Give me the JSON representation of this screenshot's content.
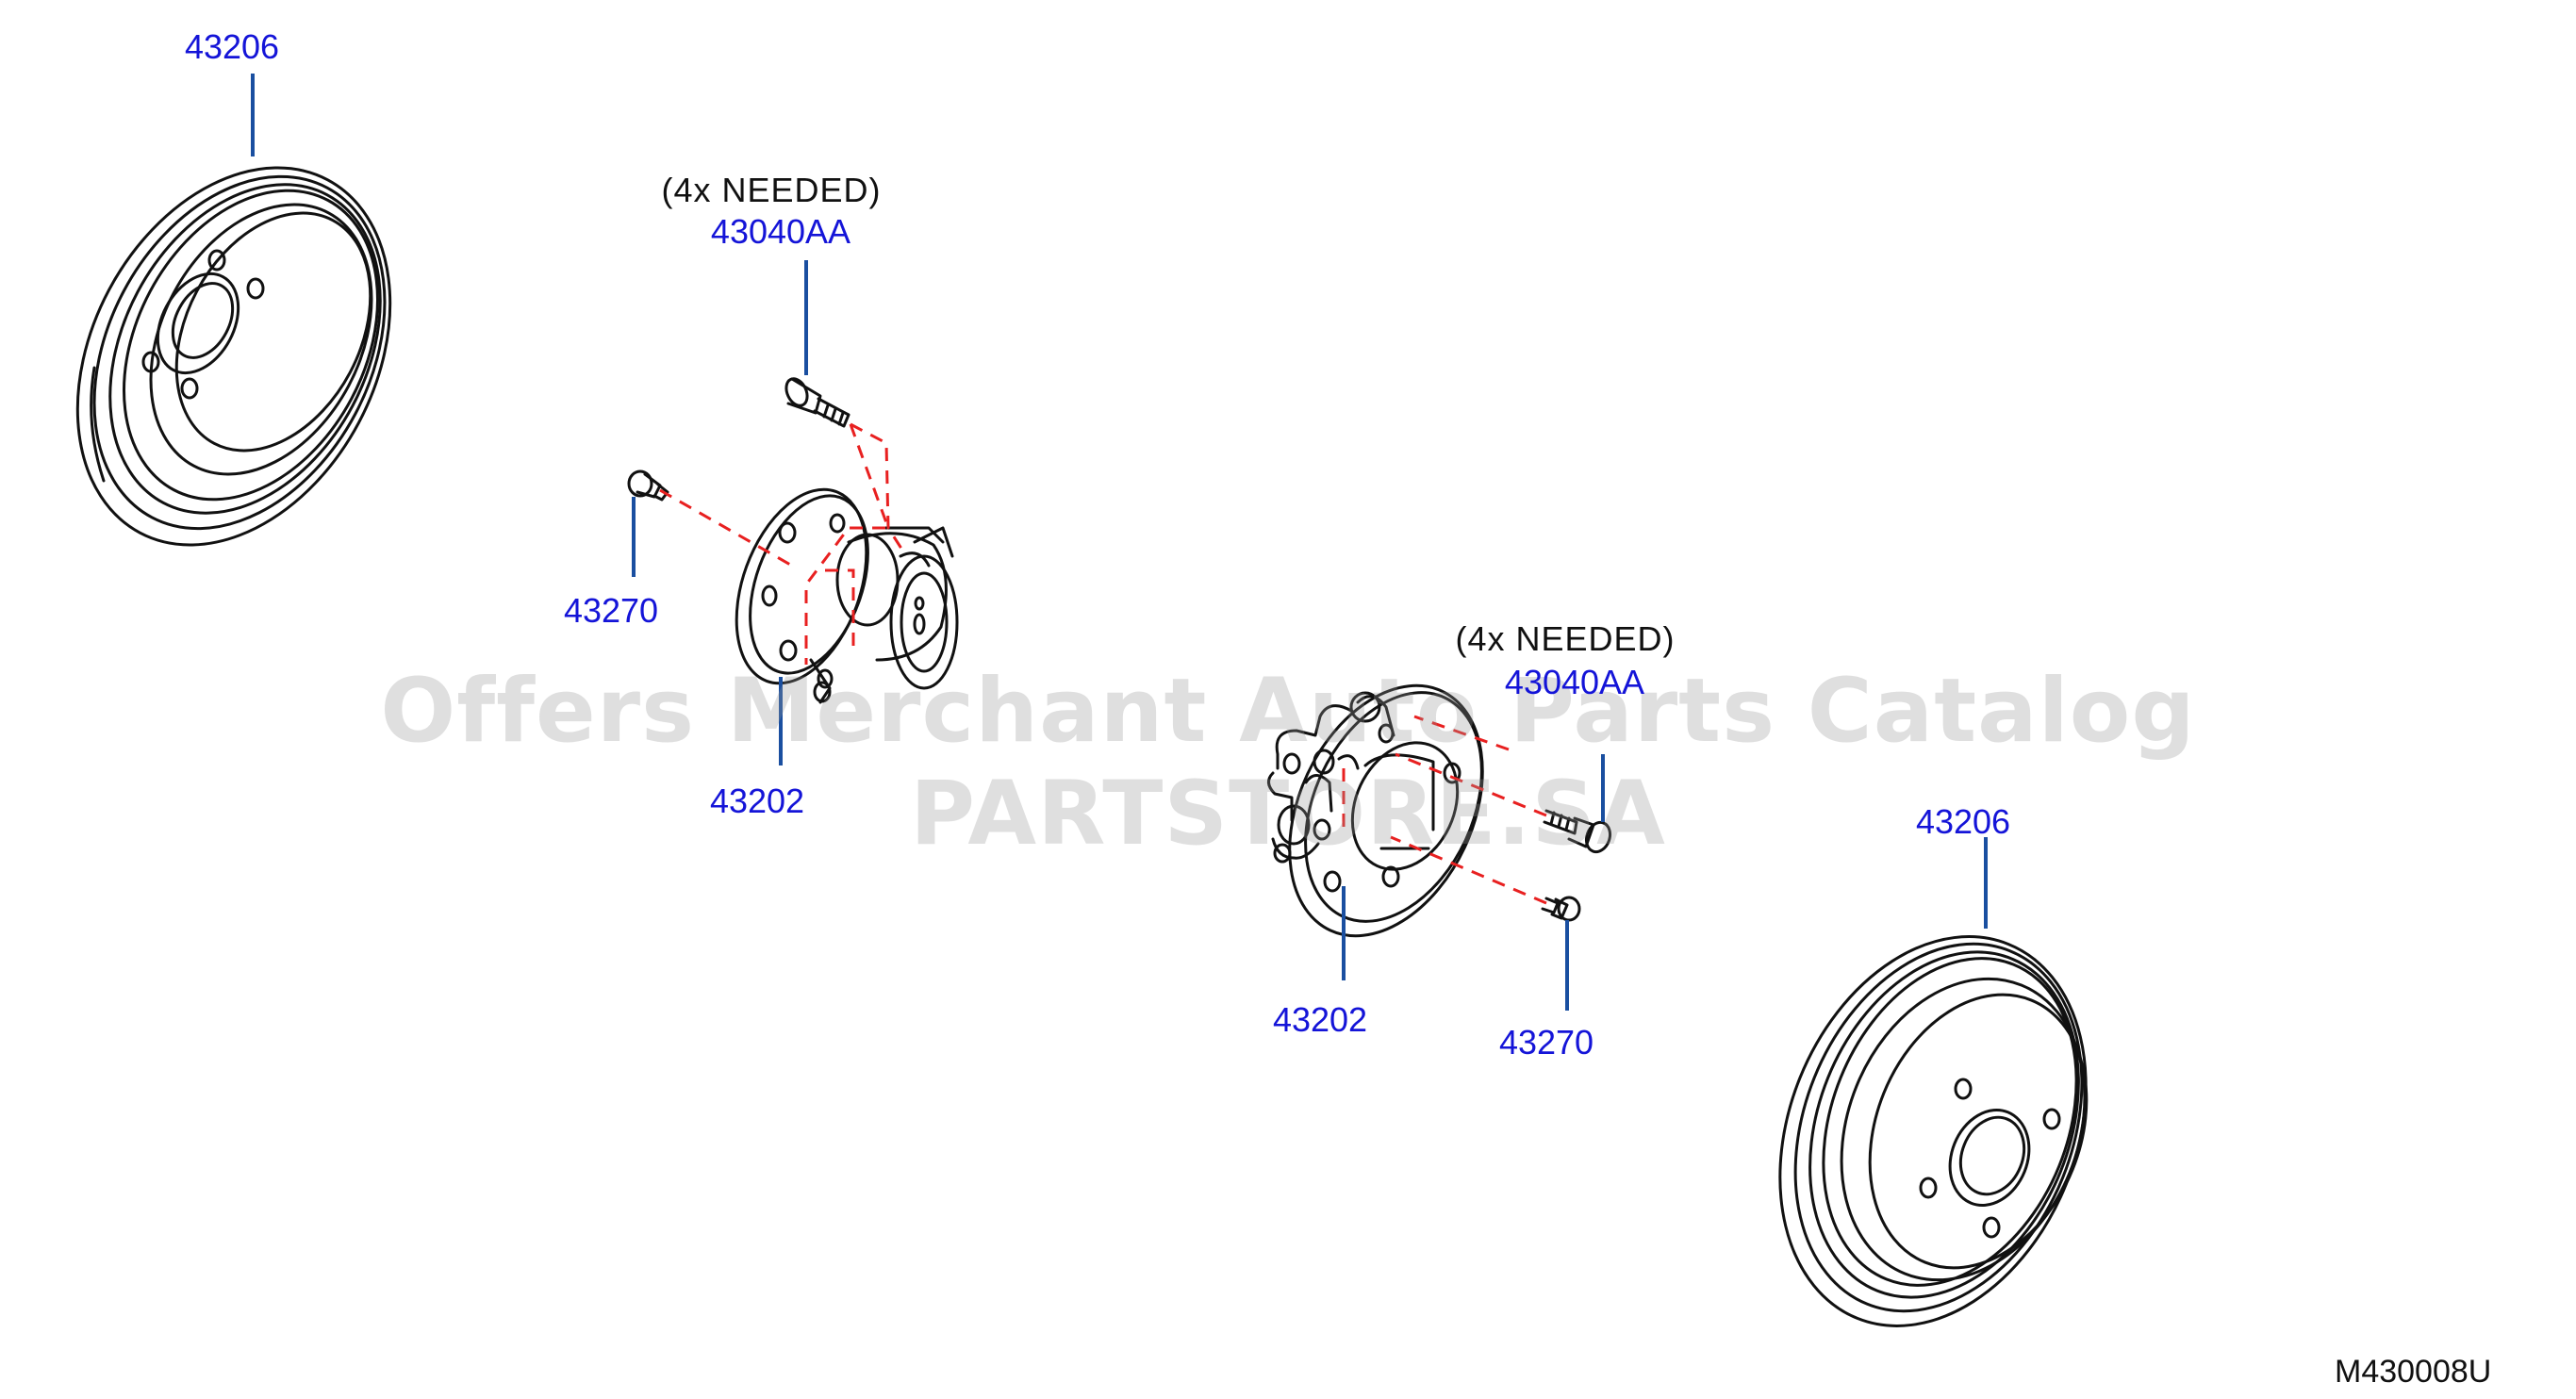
{
  "watermark": "Offers Merchant Auto Parts Catalog PARTSTORE.SA",
  "diagram_code": "M430008U",
  "colors": {
    "part_number": "#1414d8",
    "leader": "#1a4fa0",
    "dash": "#e82020",
    "outline": "#111111"
  },
  "labels": {
    "drum_left": "43206",
    "note_left": "(4x  NEEDED)",
    "bolt_left": "43040AA",
    "screw_left": "43270",
    "hub_left": "43202",
    "note_right": "(4x  NEEDED)",
    "bolt_right": "43040AA",
    "hub_right": "43202",
    "screw_right": "43270",
    "drum_right": "43206"
  }
}
